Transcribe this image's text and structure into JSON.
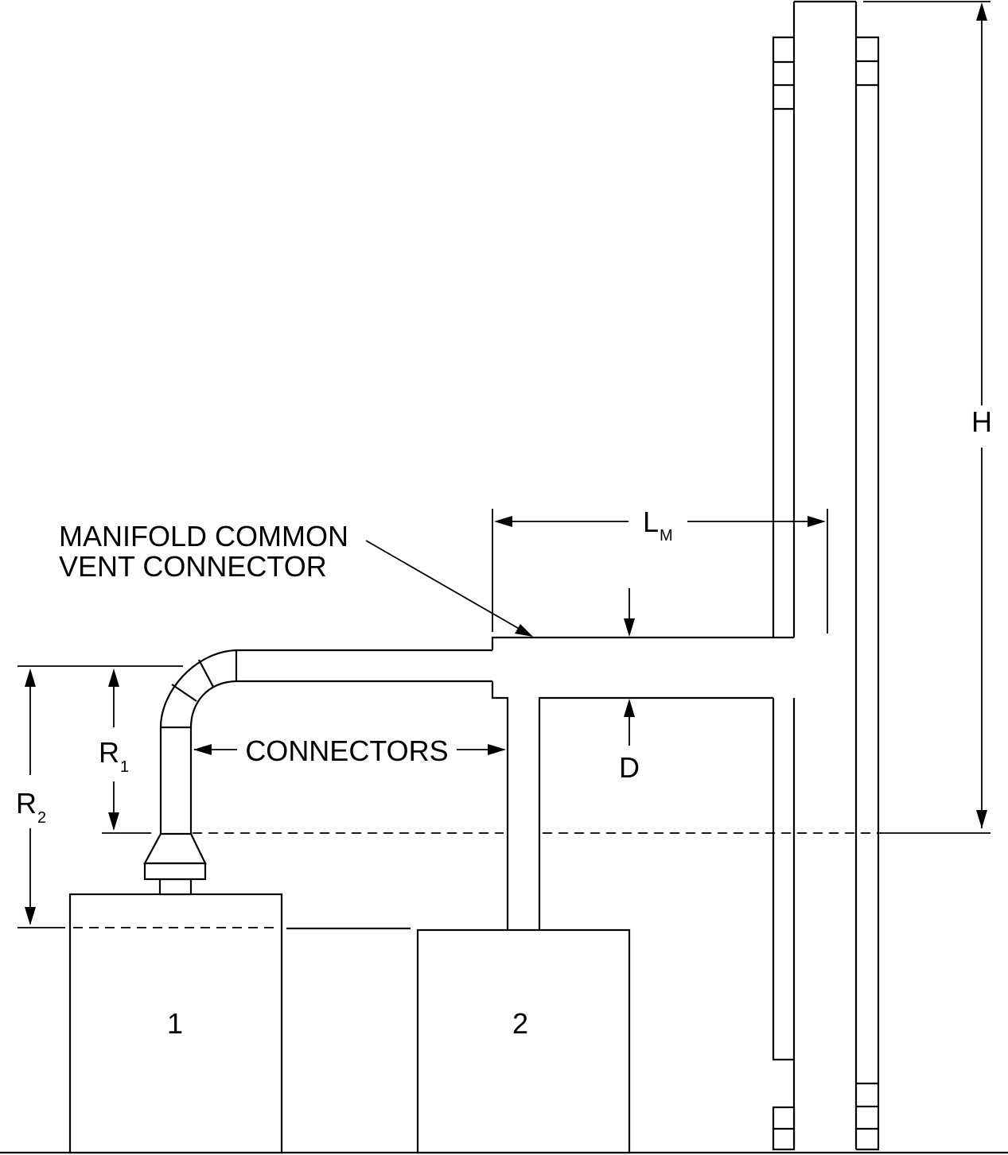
{
  "labels": {
    "manifold_line1": "MANIFOLD COMMON",
    "manifold_line2": "VENT CONNECTOR",
    "connectors": "CONNECTORS",
    "lm_main": "L",
    "lm_sub": "M",
    "h": "H",
    "d": "D",
    "r1_main": "R",
    "r1_sub": "1",
    "r2_main": "R",
    "r2_sub": "2",
    "appliance1": "1",
    "appliance2": "2"
  }
}
